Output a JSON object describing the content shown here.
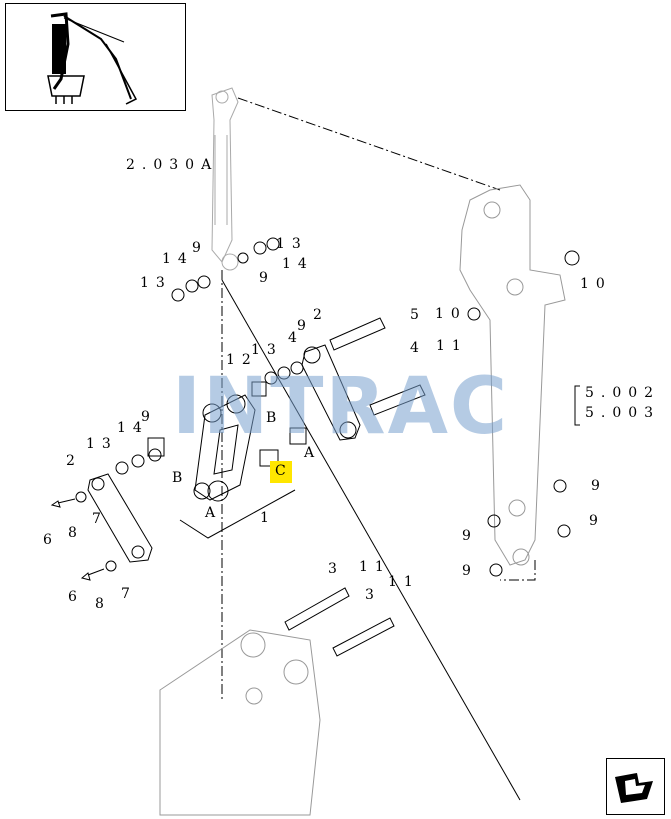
{
  "callouts": {
    "ref_2030A": "2.030A",
    "ref_5002": "5.002",
    "ref_5003": "5.003",
    "n1": "1",
    "n2": "2",
    "n3": "3",
    "n4": "4",
    "n5": "5",
    "n6": "6",
    "n7": "7",
    "n8": "8",
    "n9": "9",
    "n10": "10",
    "n11": "11",
    "n12": "12",
    "n13": "13",
    "n14": "14",
    "A": "A",
    "B": "B",
    "C": "C"
  },
  "watermark": "INTRAC",
  "colors": {
    "highlight": "#ffe600",
    "watermark": "#78a0cd"
  }
}
